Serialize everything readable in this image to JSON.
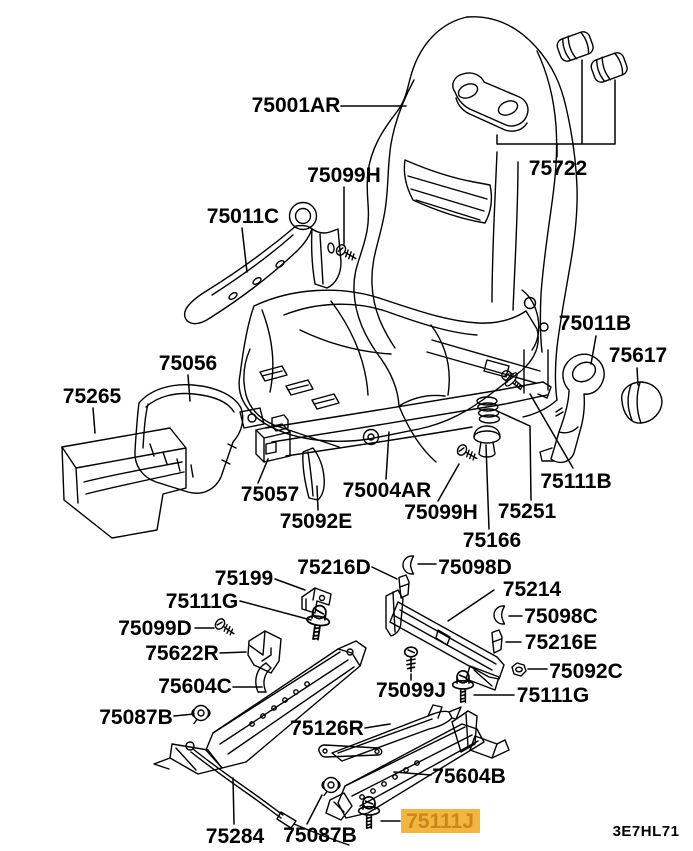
{
  "diagram": {
    "figure_code": "3E7HL71",
    "background": "#ffffff",
    "line_color": "#000000",
    "label_color": "#000000",
    "highlight_bg": "#f3b53d",
    "highlight_text_color": "#c8861e",
    "highlighted_part": "75111J"
  },
  "labels": [
    {
      "part": "75001AR"
    },
    {
      "part": "75722"
    },
    {
      "part": "75099H"
    },
    {
      "part": "75011C"
    },
    {
      "part": "75011B"
    },
    {
      "part": "75617"
    },
    {
      "part": "75056"
    },
    {
      "part": "75265"
    },
    {
      "part": "75057"
    },
    {
      "part": "75092E"
    },
    {
      "part": "75004AR"
    },
    {
      "part": "75099H"
    },
    {
      "part": "75251"
    },
    {
      "part": "75111B"
    },
    {
      "part": "75166"
    },
    {
      "part": "75216D"
    },
    {
      "part": "75098D"
    },
    {
      "part": "75199"
    },
    {
      "part": "75214"
    },
    {
      "part": "75111G"
    },
    {
      "part": "75098C"
    },
    {
      "part": "75099D"
    },
    {
      "part": "75216E"
    },
    {
      "part": "75622R"
    },
    {
      "part": "75092C"
    },
    {
      "part": "75604C"
    },
    {
      "part": "75099J"
    },
    {
      "part": "75111G"
    },
    {
      "part": "75087B"
    },
    {
      "part": "75126R"
    },
    {
      "part": "75604B"
    },
    {
      "part": "75284"
    },
    {
      "part": "75087B"
    },
    {
      "part": "75111J",
      "highlighted": true
    }
  ]
}
